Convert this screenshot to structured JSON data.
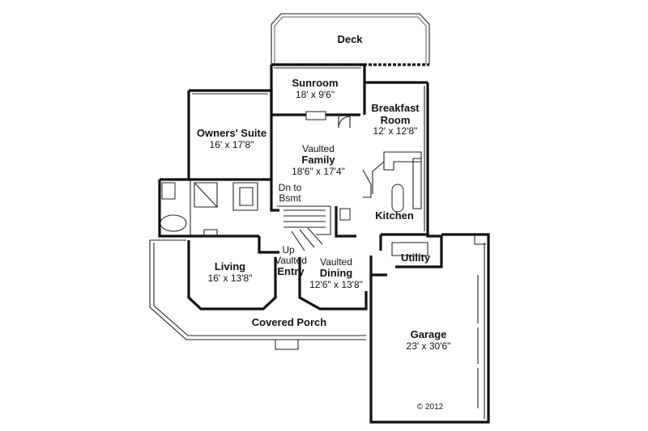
{
  "rooms": {
    "deck": {
      "name": "Deck"
    },
    "sunroom": {
      "name": "Sunroom",
      "dims": "18' x 9'6\""
    },
    "breakfast": {
      "name_line1": "Breakfast",
      "name_line2": "Room",
      "dims": "12' x 12'8\""
    },
    "owners": {
      "name": "Owners' Suite",
      "dims": "16' x 17'8\""
    },
    "family": {
      "prefix": "Vaulted",
      "name": "Family",
      "dims": "18'6\" x 17'4\""
    },
    "stairs_down": {
      "line1": "Dn to",
      "line2": "Bsmt"
    },
    "kitchen": {
      "name": "Kitchen"
    },
    "stairs_up": {
      "label": "Up"
    },
    "entry": {
      "prefix": "Vaulted",
      "name": "Entry"
    },
    "dining": {
      "prefix": "Vaulted",
      "name": "Dining",
      "dims": "12'6\" x 13'8\""
    },
    "living": {
      "name": "Living",
      "dims": "16' x 13'8\""
    },
    "utility": {
      "name": "Utility"
    },
    "porch": {
      "name": "Covered Porch"
    },
    "garage": {
      "name": "Garage",
      "dims": "23' x 30'6\""
    }
  },
  "copyright": "© 2012",
  "colors": {
    "line": "#111111",
    "background": "#ffffff"
  }
}
